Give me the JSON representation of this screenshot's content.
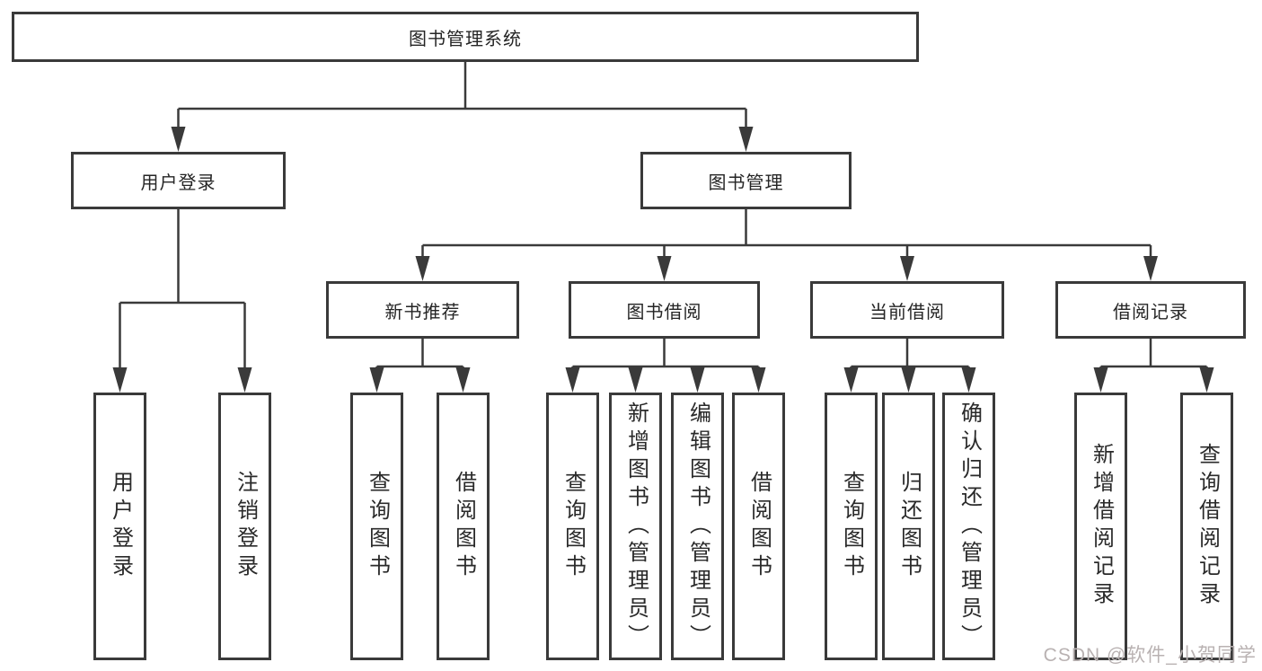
{
  "tree": {
    "root": {
      "label": "图书管理系统",
      "children": [
        {
          "label": "用户登录",
          "children": [
            {
              "label": "用户登录"
            },
            {
              "label": "注销登录"
            }
          ]
        },
        {
          "label": "图书管理",
          "children": [
            {
              "label": "新书推荐",
              "children": [
                {
                  "label": "查询图书"
                },
                {
                  "label": "借阅图书"
                }
              ]
            },
            {
              "label": "图书借阅",
              "children": [
                {
                  "label": "查询图书"
                },
                {
                  "label": "新增图书（管理员）"
                },
                {
                  "label": "编辑图书（管理员）"
                },
                {
                  "label": "借阅图书"
                }
              ]
            },
            {
              "label": "当前借阅",
              "children": [
                {
                  "label": "查询图书"
                },
                {
                  "label": "归还图书"
                },
                {
                  "label": "确认归还（管理员）"
                }
              ]
            },
            {
              "label": "借阅记录",
              "children": [
                {
                  "label": "新增借阅记录"
                },
                {
                  "label": "查询借阅记录"
                }
              ]
            }
          ]
        }
      ]
    }
  },
  "watermark": {
    "text": "CSDN @软件_小贺同学"
  },
  "colors": {
    "line": "#3a3a3a",
    "box_border": "#3a3a3a",
    "text": "#2a2a2a",
    "watermark": "#b9b2b2",
    "background": "#ffffff"
  }
}
